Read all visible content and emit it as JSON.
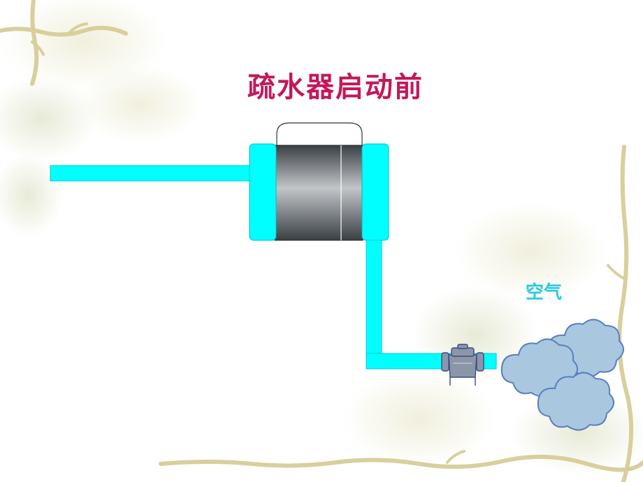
{
  "title": "疏水器启动前",
  "air_label": "空气",
  "colors": {
    "title": "#c2185b",
    "pipe": "#00ffff",
    "pipe_edge": "#00c8d8",
    "drum_dark": "#3a3f44",
    "drum_light": "#c2c6c9",
    "air_label": "#2cc9e0",
    "cloud_fill": "#a9c7de",
    "cloud_stroke": "#5a7fc0",
    "vine": "#d8cf9c",
    "valve": "#8a97a8"
  },
  "icons": [
    "vine-border-decoration",
    "steam-trap-valve-icon",
    "air-cloud-icon"
  ]
}
